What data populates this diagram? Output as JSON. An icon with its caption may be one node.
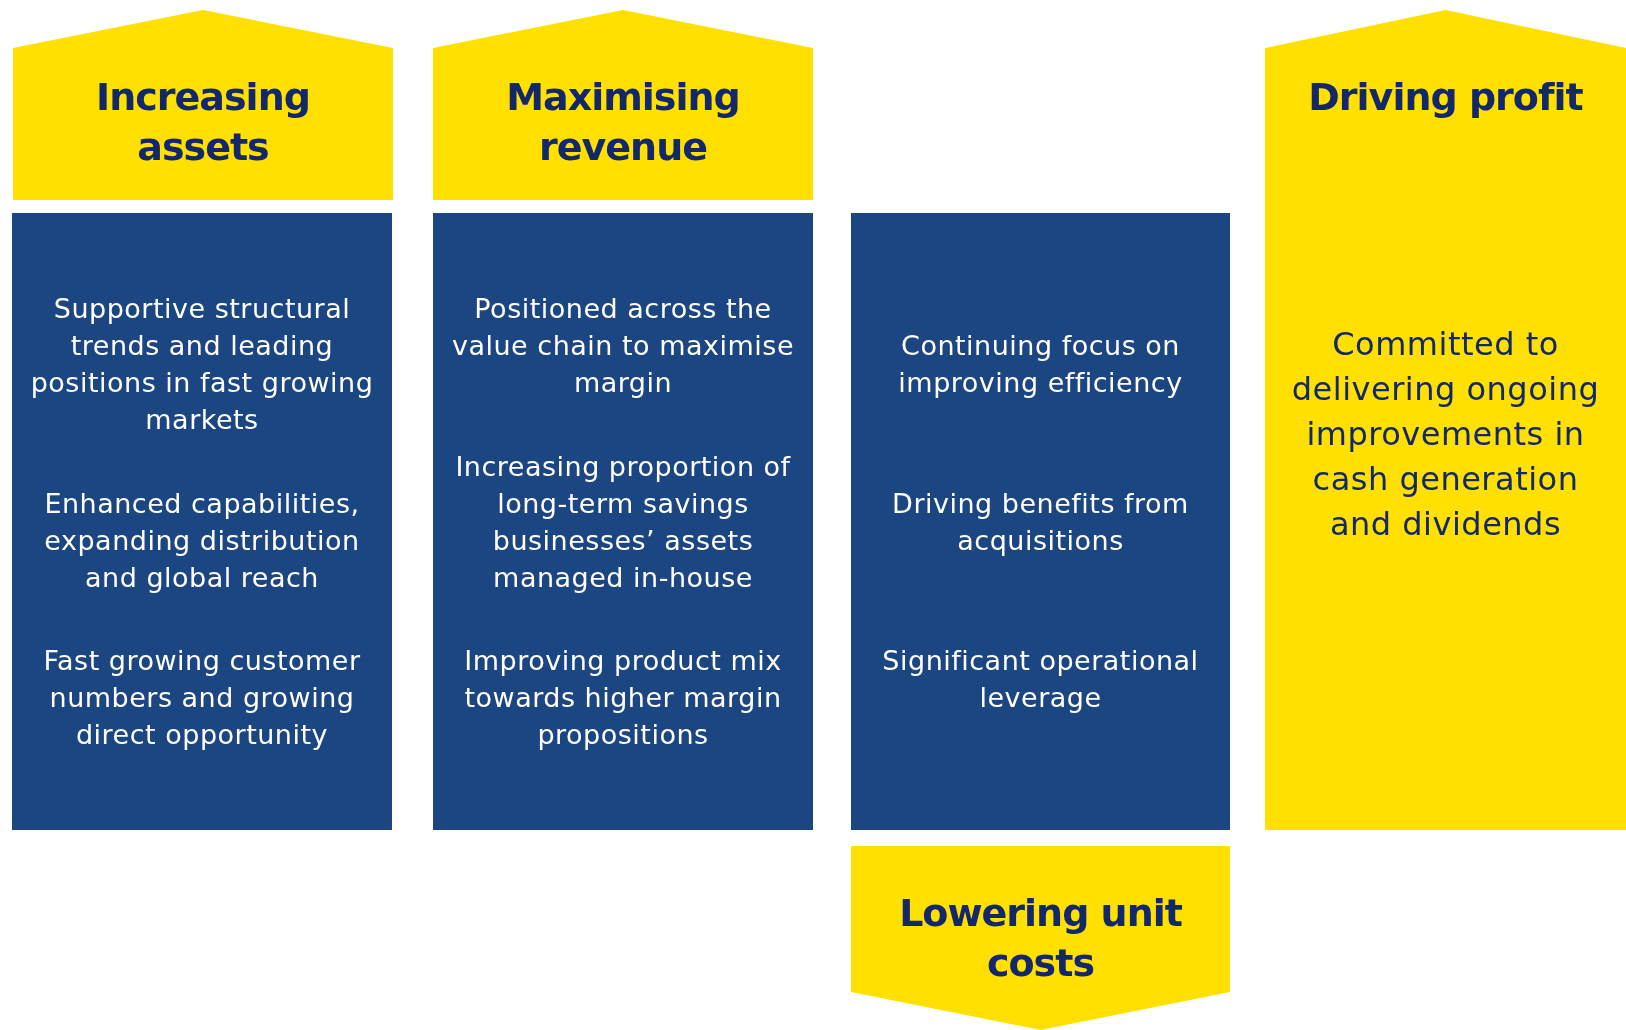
{
  "diagram": {
    "nodes": [
      {
        "text": [
          "Increasing assets"
        ]
      },
      {
        "text": [
          "Supportive structural trends and leading positions in fast growing markets",
          "Enhanced capabilities, expanding distribution and global reach",
          "Fast growing customer numbers and growing direct opportunity"
        ]
      },
      {
        "text": [
          "Maximising revenue"
        ]
      },
      {
        "text": [
          "Positioned across the value chain to maximise margin",
          "Increasing proportion of long-term savings businesses’ assets managed in-house",
          "Improving product mix towards higher margin propositions"
        ]
      },
      {
        "text": [
          "Continuing focus on improving efficiency",
          "Driving benefits from acquisitions",
          "Significant operational leverage"
        ]
      },
      {
        "text": [
          "Lowering unit costs"
        ]
      },
      {
        "text": [
          "Driving profit",
          "Committed to delivering ongoing improvements in cash generation and dividends"
        ]
      }
    ]
  }
}
